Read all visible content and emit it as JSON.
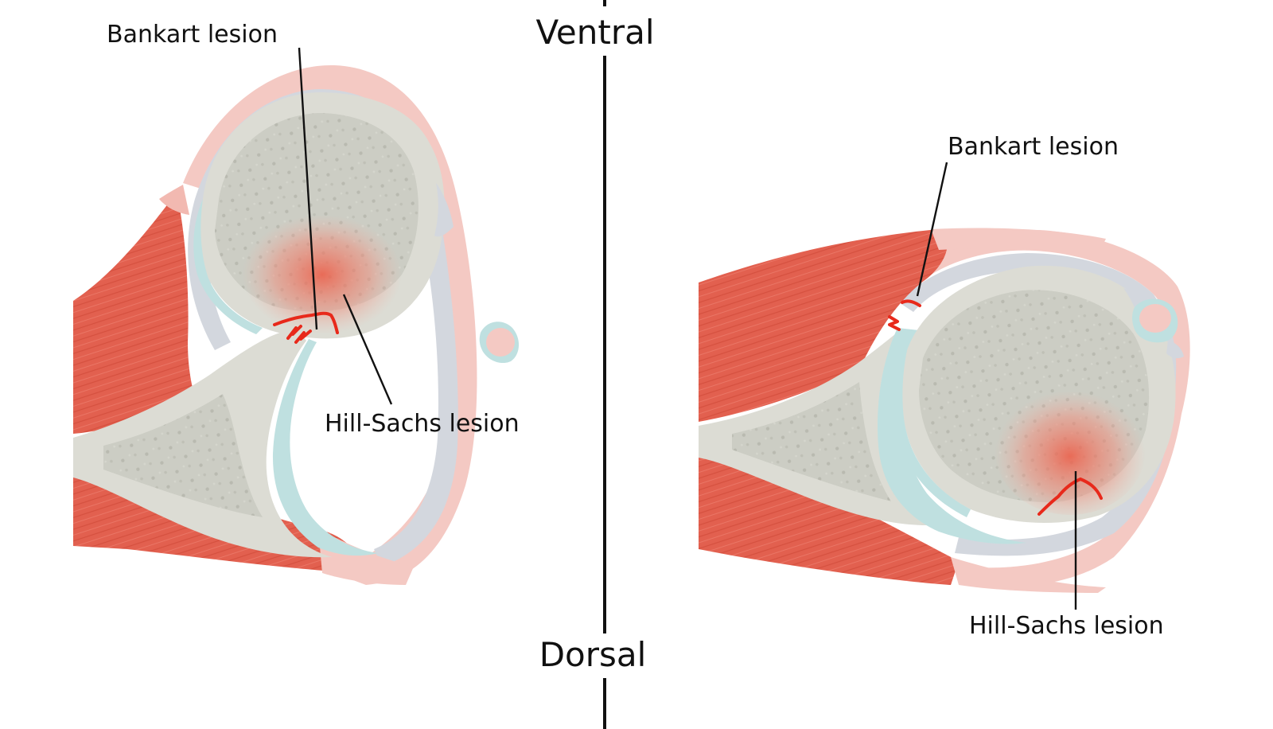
{
  "labels": {
    "ventral": "Ventral",
    "dorsal": "Dorsal",
    "left_bankart": "Bankart lesion",
    "left_hill_sachs": "Hill-Sachs lesion",
    "right_bankart": "Bankart lesion",
    "right_hill_sachs": "Hill-Sachs lesion"
  },
  "colors": {
    "muscle": "#e2604f",
    "muscle_light": "#f2b9b1",
    "bone": "#dcdcd4",
    "bone_texture": "#b9bab0",
    "cartilage": "#bfe0e0",
    "ligament": "#cfd3db",
    "lesion": "#e8291b",
    "line": "#111111"
  }
}
